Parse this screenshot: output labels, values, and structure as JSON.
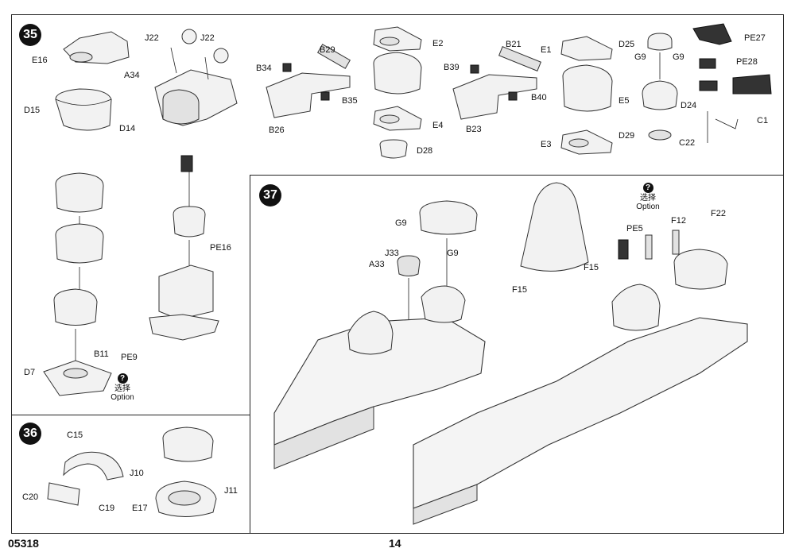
{
  "steps": {
    "s35": "35",
    "s36": "36",
    "s37": "37"
  },
  "option": {
    "q": "?",
    "zh": "选择",
    "en": "Option"
  },
  "labels35": {
    "E16": "E16",
    "D15": "D15",
    "D14": "D14",
    "J22a": "J22",
    "J22b": "J22",
    "A34": "A34",
    "B29": "B29",
    "B34": "B34",
    "B35": "B35",
    "B26": "B26",
    "E2": "E2",
    "E4": "E4",
    "D28": "D28",
    "B21": "B21",
    "B39": "B39",
    "B40": "B40",
    "B23": "B23",
    "E1": "E1",
    "E3": "E3",
    "D25": "D25",
    "G9a": "G9",
    "G9b": "G9",
    "E5": "E5",
    "D29": "D29",
    "PE27": "PE27",
    "PE28": "PE28",
    "D24": "D24",
    "C1": "C1",
    "C22": "C22",
    "PE16": "PE16",
    "PE9": "PE9",
    "B11": "B11",
    "D7": "D7"
  },
  "labels36": {
    "C15": "C15",
    "C20": "C20",
    "C19": "C19",
    "J10": "J10",
    "E17": "E17",
    "J11": "J11"
  },
  "labels37": {
    "G9a": "G9",
    "J33": "J33",
    "A33": "A33",
    "G9b": "G9",
    "F15a": "F15",
    "F15b": "F15",
    "PE5": "PE5",
    "F12": "F12",
    "F22": "F22"
  },
  "footer": {
    "code": "05318",
    "page": "14"
  }
}
